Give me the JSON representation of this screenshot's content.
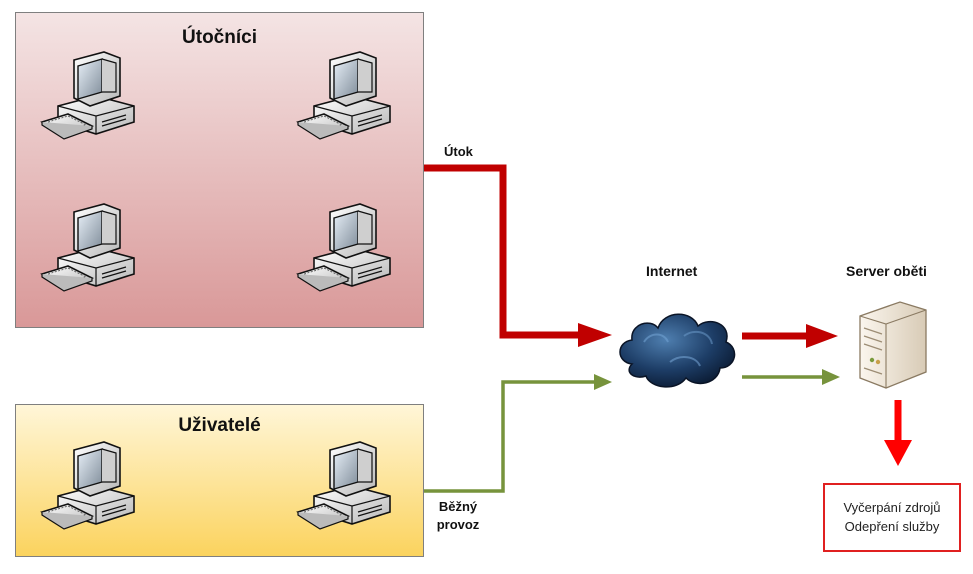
{
  "groups": {
    "attackers_title": "Útočníci",
    "users_title": "Uživatelé"
  },
  "labels": {
    "attack": "Útok",
    "normal_traffic_line1": "Běžný",
    "normal_traffic_line2": "provoz",
    "internet": "Internet",
    "victim_server": "Server oběti"
  },
  "result": {
    "line1": "Vyčerpání zdrojů",
    "line2": "Odepření služby"
  },
  "colors": {
    "attack_line": "#c00000",
    "normal_line": "#77933c",
    "result_arrow": "#ff0000"
  },
  "icons": [
    "computer-icon",
    "cloud-icon",
    "server-icon"
  ]
}
